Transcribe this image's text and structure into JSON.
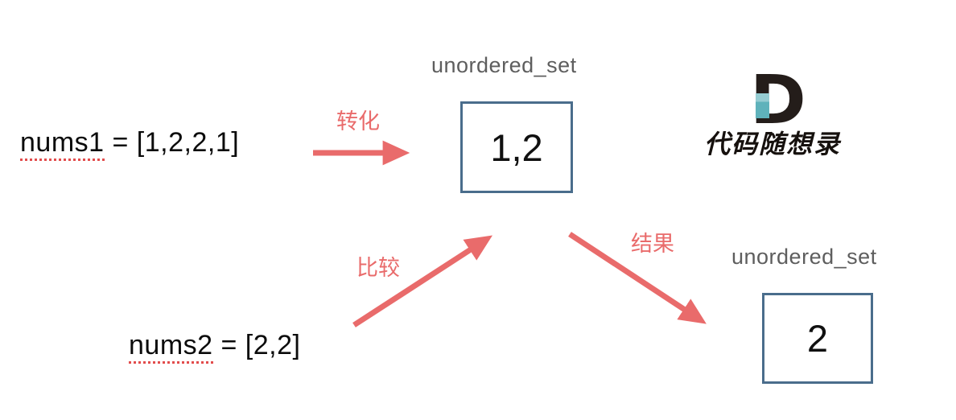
{
  "diagram": {
    "nums1": {
      "variable": "nums1",
      "assignment": " = [1,2,2,1]"
    },
    "nums2": {
      "variable": "nums2",
      "assignment": " = [2,2]"
    },
    "set1": {
      "type_label": "unordered_set",
      "contents": "1,2"
    },
    "set2": {
      "type_label": "unordered_set",
      "contents": "2"
    },
    "arrow_labels": {
      "transform": "转化",
      "compare": "比较",
      "result": "结果"
    }
  },
  "logo": {
    "letter": "D",
    "brand": "代码随想录"
  },
  "colors": {
    "arrow_red": "#e96b6b",
    "box_border": "#4a6d8c",
    "set_label_gray": "#5e5e5e",
    "underline_red": "#e24c4c",
    "logo_dark": "#241d1a",
    "logo_teal": "#5fb2bb"
  }
}
